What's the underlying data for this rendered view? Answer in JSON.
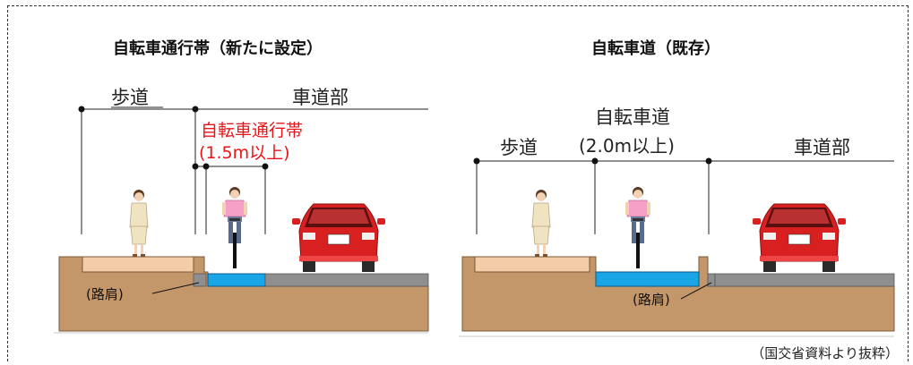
{
  "left_diagram": {
    "heading": "自転車通行帯（新たに設定）",
    "sidewalk_label": "歩道",
    "roadway_label": "車道部",
    "bike_lane_label": "自転車通行帯",
    "bike_lane_width": "(1.5m以上)",
    "shoulder_label": "(路肩)",
    "highlight_color": "#e8161a"
  },
  "right_diagram": {
    "heading": "自転車道（既存）",
    "sidewalk_label": "歩道",
    "roadway_label": "車道部",
    "bike_path_label": "自転車道",
    "bike_path_width": "(2.0m以上)",
    "shoulder_label": "(路肩)"
  },
  "source_note": "（国交省資料より抜粋）",
  "colors": {
    "ground": "#c4976b",
    "ground_edge": "#7a5a3a",
    "sidewalk": "#f4cda8",
    "bike_lane": "#1aa6e6",
    "road": "#8f8f8f",
    "car": "#d92020"
  }
}
